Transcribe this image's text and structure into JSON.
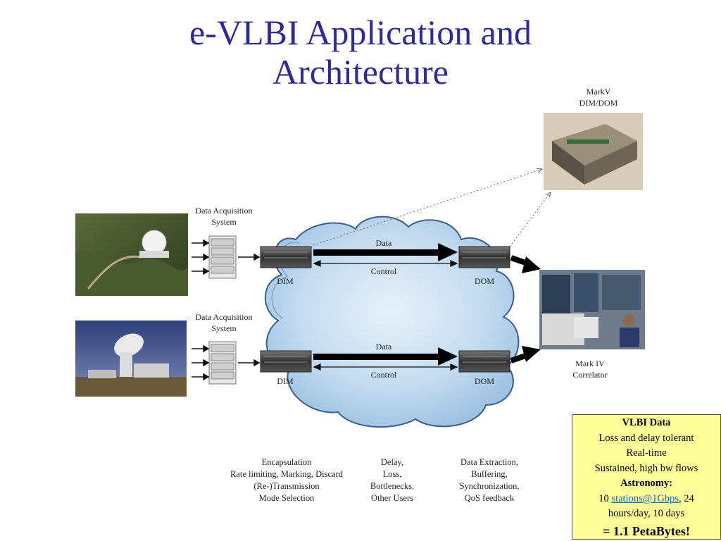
{
  "title": {
    "line1": "e-VLBI Application and",
    "line2": "Architecture"
  },
  "labels": {
    "markv": {
      "line1": "MarkV",
      "line2": "DIM/DOM"
    },
    "daq_top": {
      "line1": "Data Acquisition",
      "line2": "System"
    },
    "daq_bottom": {
      "line1": "Data Acquisition",
      "line2": "System"
    },
    "data_top": "Data",
    "control_top": "Control",
    "data_bottom": "Data",
    "control_bottom": "Control",
    "dim_top": "DIM",
    "dom_top": "DOM",
    "dim_bottom": "DIM",
    "dom_bottom": "DOM",
    "correlator": {
      "line1": "Mark IV",
      "line2": "Correlator"
    }
  },
  "footer": {
    "col1": [
      "Encapsulation",
      "Rate limiting, Marking, Discard",
      "(Re-)Transmission",
      "Mode Selection"
    ],
    "col2": [
      "Delay,",
      "Loss,",
      "Bottlenecks,",
      "Other Users"
    ],
    "col3": [
      "Data Extraction,",
      "Buffering,",
      "Synchronization,",
      "QoS feedback"
    ]
  },
  "infobox": {
    "heading": "VLBI Data",
    "line1": "Loss and delay tolerant",
    "line2": "Real-time",
    "line3": "Sustained, high bw flows",
    "heading2": "Astronomy:",
    "line4_prefix": "10 ",
    "line4_link": "stations@1Gbps",
    "line4_suffix": ", 24",
    "line5": "hours/day, 10 days",
    "line6": "= 1.1 PetaBytes!"
  },
  "colors": {
    "title": "#2b2b9a",
    "infobox_bg": "#ffff99",
    "cloud": "#b9d6ee",
    "link": "#0066cc"
  }
}
